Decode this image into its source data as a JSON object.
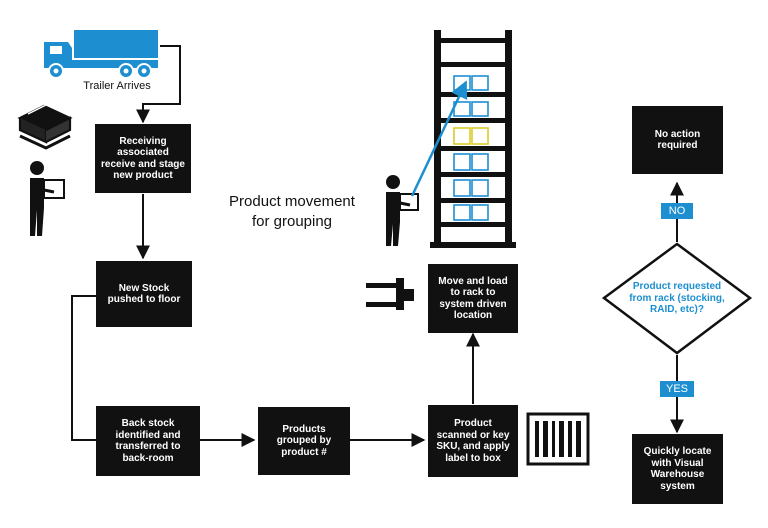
{
  "labels": {
    "trailer_arrives": "Trailer Arrives",
    "product_movement": "Product movement\nfor grouping"
  },
  "boxes": {
    "receiving": "Receiving associated receive and stage new product",
    "new_stock": "New Stock pushed to floor",
    "back_stock": "Back stock identified and transferred to back-room",
    "products_grouped": "Products grouped by product #",
    "product_scanned": "Product scanned or key SKU, and apply label to box",
    "move_and_load": "Move and load to rack to system driven location",
    "no_action": "No action required",
    "quickly_locate": "Quickly locate with Visual Warehouse system"
  },
  "decision": {
    "question": "Product requested from rack (stocking, RAID, etc)?",
    "no_label": "NO",
    "yes_label": "YES"
  },
  "colors": {
    "accent": "#1d8fd0",
    "box": "#111111",
    "line": "#111111",
    "rack_highlight": "#f0e44a"
  },
  "icons": [
    "truck-icon",
    "pallet-boxes-icon",
    "worker-carrying-box-icon",
    "warehouse-rack-icon",
    "forklift-fork-icon",
    "barcode-icon"
  ]
}
